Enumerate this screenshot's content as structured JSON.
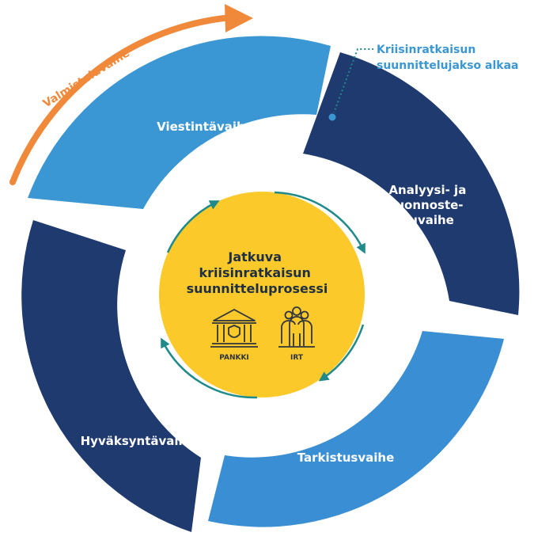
{
  "colors": {
    "dark_blue": "#1f3a6e",
    "mid_blue": "#3a8fd4",
    "light_blue": "#3b97d3",
    "yellow": "#fbc929",
    "orange": "#f0893a",
    "teal": "#1f8a8a",
    "icon": "#2e3440"
  },
  "prep_phase": {
    "label": "Valmisteluvaihe"
  },
  "start_note": {
    "line1": "Kriisinratkaisun",
    "line2": "suunnittelujakso alkaa"
  },
  "phases": [
    {
      "id": "viestinta",
      "lines": [
        "Viestintävaihe"
      ]
    },
    {
      "id": "analyysi",
      "lines": [
        "Analyysi- ja",
        "luonnoste-",
        "luvaihe"
      ]
    },
    {
      "id": "tarkistus",
      "lines": [
        "Tarkistusvaihe"
      ]
    },
    {
      "id": "hyvaksynta",
      "lines": [
        "Hyväksyntävaihe"
      ]
    }
  ],
  "center": {
    "title_lines": [
      "Jatkuva",
      "kriisinratkaisun",
      "suunnitteluprosessi"
    ],
    "icons": [
      {
        "name": "bank-icon",
        "caption": "PANKKI"
      },
      {
        "name": "team-icon",
        "caption": "IRT"
      }
    ]
  }
}
